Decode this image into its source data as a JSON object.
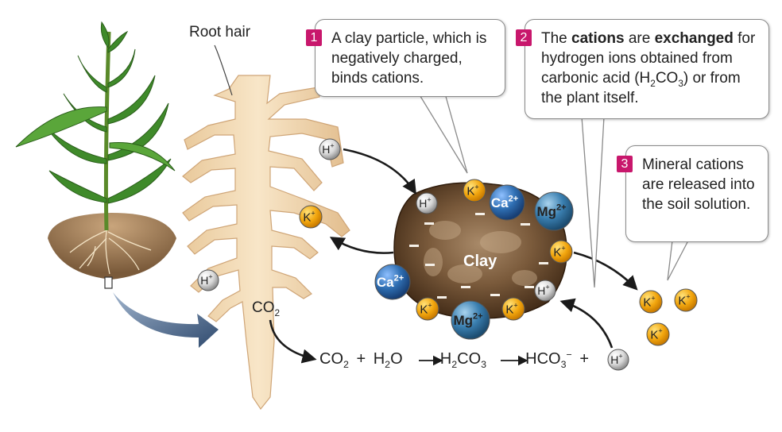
{
  "labels": {
    "root_hair": "Root hair",
    "clay": "Clay",
    "equation": {
      "co2": "CO",
      "co2_sub": "2",
      "plus1": "+",
      "h2o_a": "H",
      "h2o_sub": "2",
      "h2o_b": "O",
      "h2co3_a": "H",
      "h2co3_sub1": "2",
      "h2co3_b": "CO",
      "h2co3_sub2": "3",
      "hco3": "HCO",
      "hco3_sub": "3",
      "hco3_sup": "−",
      "plus2": "+"
    },
    "root_co2": "CO",
    "root_co2_sub": "2"
  },
  "callouts": [
    {
      "number": "1",
      "text": "A clay particle, which is negatively charged, binds cations."
    },
    {
      "number": "2",
      "text_a": "The ",
      "bold_a": "cations",
      "text_b": " are ",
      "bold_b": "exchanged",
      "text_c": " for hydrogen ions obtained from carbonic acid (H",
      "sub_a": "2",
      "text_d": "CO",
      "sub_b": "3",
      "text_e": ") or from the plant itself."
    },
    {
      "number": "3",
      "text": "Mineral cations are released into the soil solution."
    }
  ],
  "ions": {
    "H": "H",
    "H_charge": "+",
    "K": "K",
    "K_charge": "+",
    "Ca": "Ca",
    "Ca_charge": "2+",
    "Mg": "Mg",
    "Mg_charge": "2+",
    "minus": "–"
  },
  "colors": {
    "potassium": "#f2a60e",
    "calcium": "#2f6fb3",
    "magnesium": "#3a7fb0",
    "hydrogen": "#cfcfcf",
    "clay": "#6b4a2c",
    "root": "#f3dcb8",
    "callout_number": "#c8176c",
    "arrow": "#1a1a1a"
  }
}
